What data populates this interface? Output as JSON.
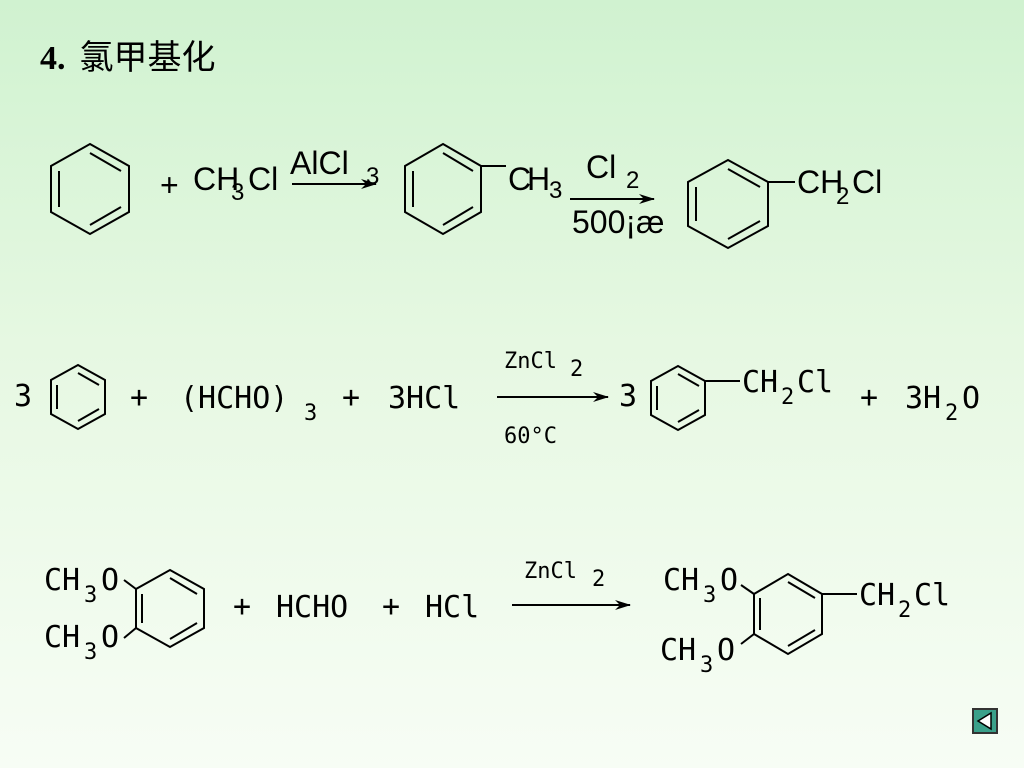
{
  "slide": {
    "number": "4.",
    "heading": "氯甲基化"
  },
  "reaction1": {
    "plus": "+",
    "reagent_ch": "CH",
    "reagent_sub": "3",
    "reagent_cl": "Cl",
    "catalyst_main": "AlCl",
    "catalyst_sub": "3",
    "toluene_c": "C",
    "toluene_h": "H",
    "toluene_sub": "3",
    "reagent2_main": "Cl",
    "reagent2_sub": "2",
    "condition2": "500¡æ",
    "product_ch": "CH",
    "product_sub": "2",
    "product_cl": "Cl"
  },
  "reaction2": {
    "coef1": "3",
    "plus1": "+",
    "trioxane_main": "(HCHO)",
    "trioxane_sub": "3",
    "plus2": "+",
    "hcl": "3HCl",
    "catalyst_main": "ZnCl",
    "catalyst_sub": "2",
    "condition": "60°C",
    "coef2": "3",
    "product_ch": "CH",
    "product_sub": "2",
    "product_cl": "Cl",
    "plus3": "+",
    "water_coef": "3H",
    "water_sub": "2",
    "water_o": "O"
  },
  "reaction3": {
    "sub1_ch": "CH",
    "sub1_sub": "3",
    "sub1_o": "O",
    "sub2_ch": "CH",
    "sub2_sub": "3",
    "sub2_o": "O",
    "plus1": "+",
    "hcho": "HCHO",
    "plus2": "+",
    "hcl": "HCl",
    "catalyst_main": "ZnCl",
    "catalyst_sub": "2",
    "prod1_ch": "CH",
    "prod1_sub": "3",
    "prod1_o": "O",
    "prod2_ch": "CH",
    "prod2_sub": "3",
    "prod2_o": "O",
    "product_ch": "CH",
    "product_sub": "2",
    "product_cl": "Cl"
  },
  "nav": {
    "icon": "back-triangle-icon",
    "button_color": "#3aa08a"
  }
}
